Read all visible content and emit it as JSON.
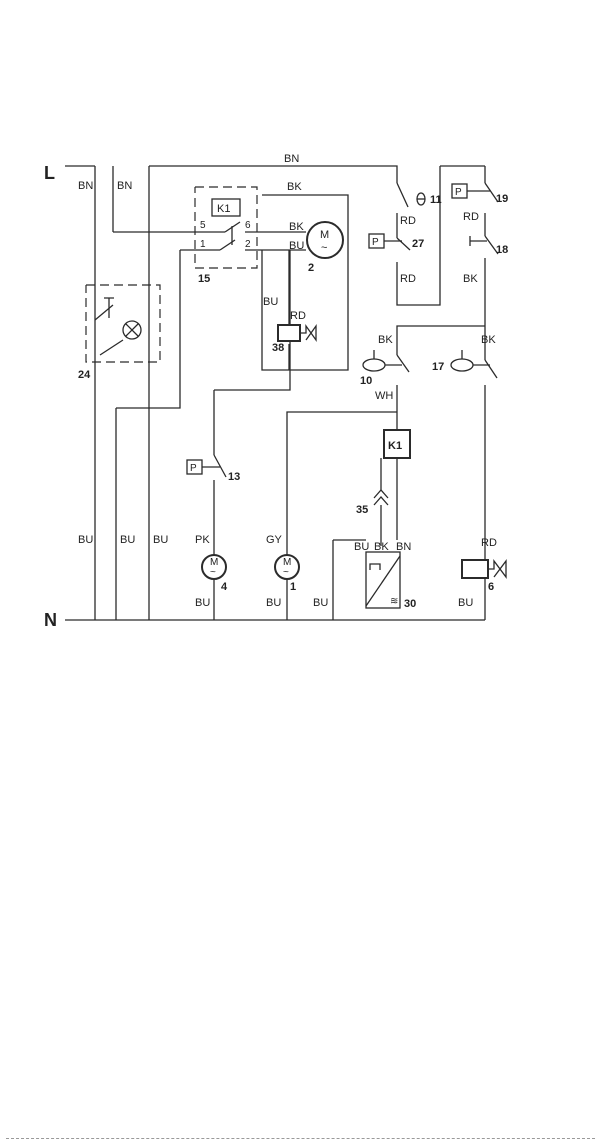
{
  "rails": {
    "line": "L",
    "neutral": "N"
  },
  "wire_labels": {
    "bn_top": "BN",
    "bn_left1": "BN",
    "bn_left2": "BN",
    "bk_15_top": "BK",
    "bk_motor2": "BK",
    "bu_motor2": "BU",
    "bu_38": "BU",
    "rd_38": "RD",
    "rd_11": "RD",
    "rd_27": "RD",
    "rd_19": "RD",
    "bk_18": "BK",
    "bk_10": "BK",
    "bk_17": "BK",
    "wh_10": "WH",
    "bu_rail1": "BU",
    "bu_rail2": "BU",
    "bu_rail3": "BU",
    "pk_4": "PK",
    "gy_1": "GY",
    "bu_30": "BU",
    "bk_30": "BK",
    "bn_30": "BN",
    "rd_6": "RD",
    "bu_4": "BU",
    "bu_1": "BU",
    "bu_n": "BU",
    "bu_6": "BU"
  },
  "components": {
    "c1": "1",
    "c2": "2",
    "c4": "4",
    "c6": "6",
    "c10": "10",
    "c11": "11",
    "c13": "13",
    "c15": "15",
    "c17": "17",
    "c18": "18",
    "c19": "19",
    "c24": "24",
    "c27": "27",
    "c30": "30",
    "c35": "35",
    "c38": "38"
  },
  "symbols": {
    "relay": "K1",
    "contact_5": "5",
    "contact_6": "6",
    "contact_1": "1",
    "contact_2": "2",
    "motor_m": "M",
    "motor_ac": "~",
    "pressure": "P"
  }
}
